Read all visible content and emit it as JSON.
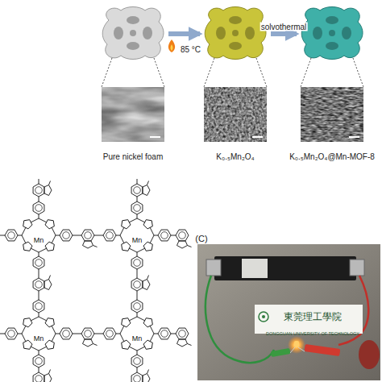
{
  "diagram": {
    "nodes": [
      {
        "text": [
          "Pure nickel foam"
        ]
      },
      {
        "text": [
          "K₀.₅Mn₂O₄"
        ]
      },
      {
        "text": [
          "K₀.₅Mn₂O₄@Mn-MOF-8"
        ]
      }
    ],
    "edges": [
      {
        "from": 0,
        "to": 1,
        "arrow": "to",
        "label": "85 °C"
      },
      {
        "from": 1,
        "to": 2,
        "arrow": "to",
        "label": "solvothermal"
      }
    ],
    "labels": [
      "(C)",
      "Mn",
      "Mn",
      "Mn",
      "Mn",
      "東莞理工學院",
      "DONGGUAN UNIVERSITY OF TECHNOLOGY"
    ]
  }
}
